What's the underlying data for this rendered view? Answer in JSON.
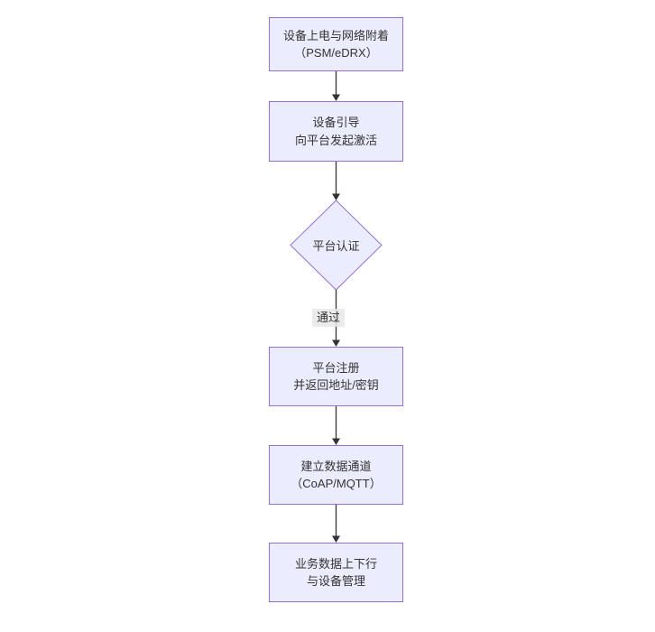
{
  "flowchart": {
    "type": "flowchart",
    "direction": "top-down",
    "nodes": {
      "power_attach": {
        "line1": "设备上电与网络附着",
        "line2": "（PSM/eDRX）"
      },
      "bootstrap": {
        "line1": "设备引导",
        "line2": "向平台发起激活"
      },
      "platform_auth": {
        "label": "平台认证"
      },
      "platform_register": {
        "line1": "平台注册",
        "line2": "并返回地址/密钥"
      },
      "data_channel": {
        "line1": "建立数据通道",
        "line2": "（CoAP/MQTT）"
      },
      "business_data": {
        "line1": "业务数据上下行",
        "line2": "与设备管理"
      }
    },
    "edge_labels": {
      "auth_pass": "通过"
    },
    "colors": {
      "node_fill": "#ECECFF",
      "node_border": "#9370DB",
      "arrow": "#333333",
      "text": "#333333",
      "edge_label_bg": "#E8E8E8"
    }
  }
}
